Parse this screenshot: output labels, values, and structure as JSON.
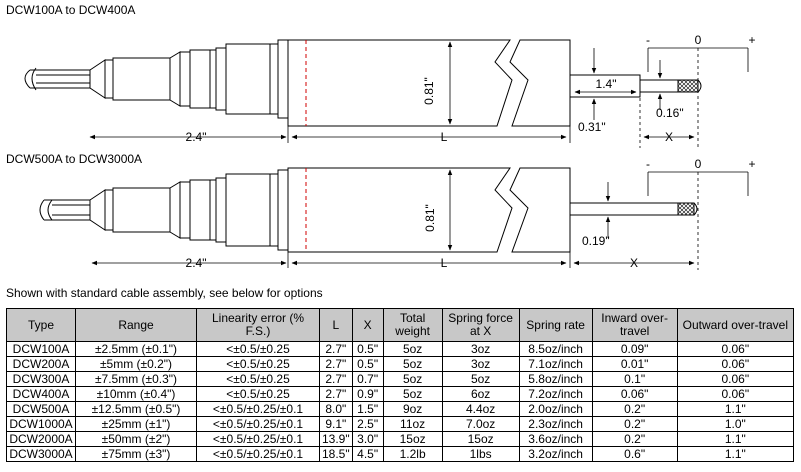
{
  "diagram": {
    "title_top": "DCW100A to DCW400A",
    "title_bottom": "DCW500A to DCW3000A",
    "caption": "Shown with standard cable assembly, see below for options",
    "top": {
      "dim_cable": "2.4\"",
      "dim_body": "0.81\"",
      "dim_length": "L",
      "dim_probe": "1.4\"",
      "dim_tip": "0.16\"",
      "dim_rod": "0.31\"",
      "dim_travel": "X",
      "scale_minus": "-",
      "scale_zero": "0",
      "scale_plus": "+"
    },
    "bottom": {
      "dim_cable": "2.4\"",
      "dim_body": "0.81\"",
      "dim_length": "L",
      "dim_rod": "0.19\"",
      "dim_travel": "X",
      "scale_minus": "-",
      "scale_zero": "0",
      "scale_plus": "+"
    }
  },
  "table": {
    "headers": [
      "Type",
      "Range",
      "Linearity error (% F.S.)",
      "L",
      "X",
      "Total weight",
      "Spring force at X",
      "Spring rate",
      "Inward over-travel",
      "Outward over-travel"
    ],
    "rows": [
      [
        "DCW100A",
        "±2.5mm (±0.1\")",
        "<±0.5/±0.25",
        "2.7\"",
        "0.5\"",
        "5oz",
        "3oz",
        "8.5oz/inch",
        "0.09\"",
        "0.06\""
      ],
      [
        "DCW200A",
        "±5mm (±0.2\")",
        "<±0.5/±0.25",
        "2.7\"",
        "0.5\"",
        "5oz",
        "3oz",
        "7.1oz/inch",
        "0.01\"",
        "0.06\""
      ],
      [
        "DCW300A",
        "±7.5mm (±0.3\")",
        "<±0.5/±0.25",
        "2.7\"",
        "0.7\"",
        "5oz",
        "5oz",
        "5.8oz/inch",
        "0.1\"",
        "0.06\""
      ],
      [
        "DCW400A",
        "±10mm (±0.4\")",
        "<±0.5/±0.25",
        "2.7\"",
        "0.9\"",
        "5oz",
        "6oz",
        "7.2oz/inch",
        "0.06\"",
        "0.06\""
      ],
      [
        "DCW500A",
        "±12.5mm (±0.5\")",
        "<±0.5/±0.25/±0.1",
        "8.0\"",
        "1.5\"",
        "9oz",
        "4.4oz",
        "2.0oz/inch",
        "0.2\"",
        "1.1\""
      ],
      [
        "DCW1000A",
        "±25mm (±1\")",
        "<±0.5/±0.25/±0.1",
        "9.1\"",
        "2.5\"",
        "11oz",
        "7.0oz",
        "2.3oz/inch",
        "0.2\"",
        "1.0\""
      ],
      [
        "DCW2000A",
        "±50mm (±2\")",
        "<±0.5/±0.25/±0.1",
        "13.9\"",
        "3.0\"",
        "15oz",
        "15oz",
        "3.6oz/inch",
        "0.2\"",
        "1.1\""
      ],
      [
        "DCW3000A",
        "±75mm (±3\")",
        "<±0.5/±0.25/±0.1",
        "18.5\"",
        "4.5\"",
        "1.2lb",
        "1lbs",
        "3.2oz/inch",
        "0.6\"",
        "1.1\""
      ]
    ]
  }
}
